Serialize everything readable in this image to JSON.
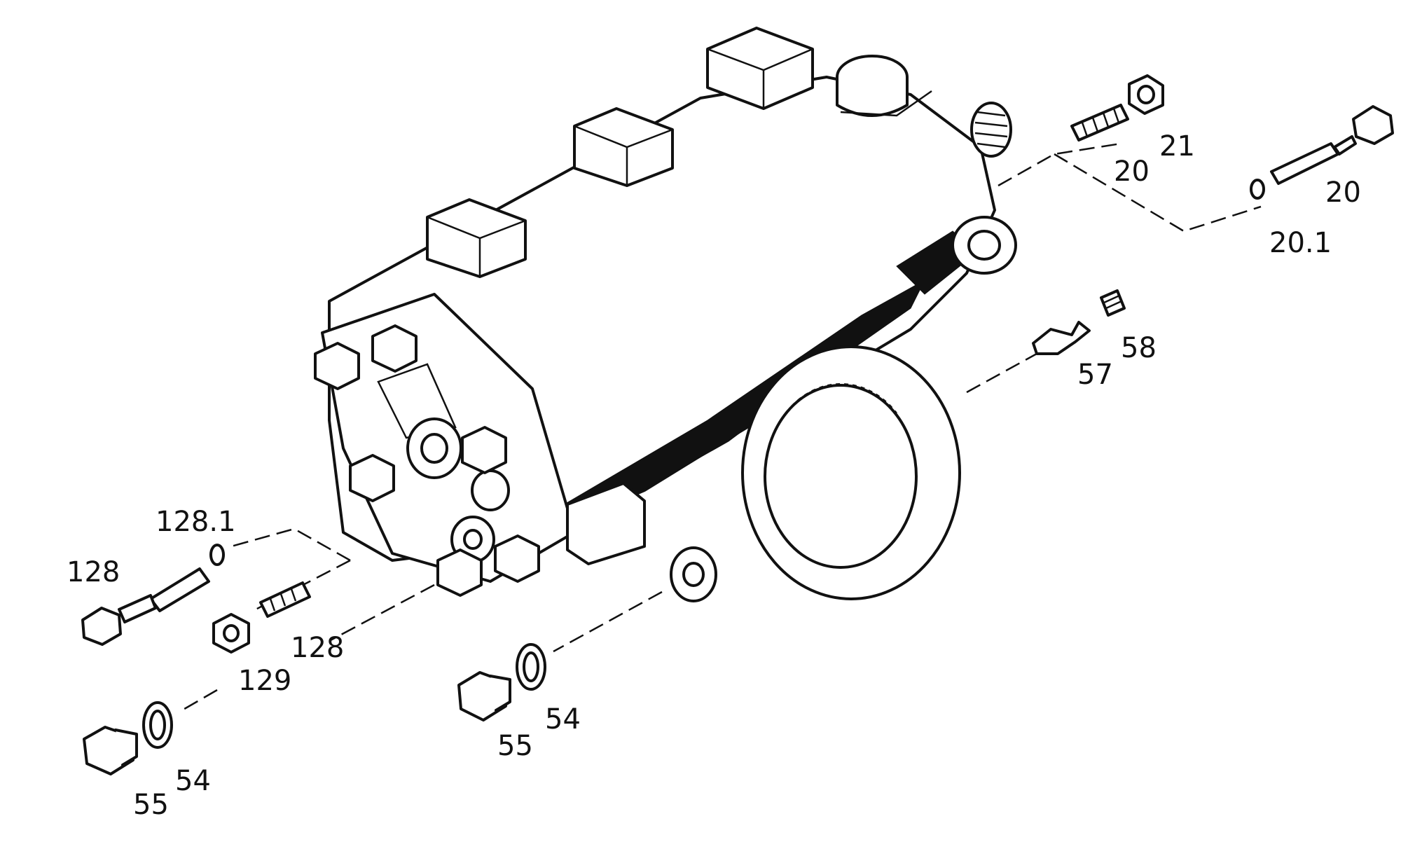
{
  "callouts": {
    "c21": "21",
    "c20_stud": "20",
    "c20_bolt": "20",
    "c20_1": "20.1",
    "c58": "58",
    "c57": "57",
    "c128_1": "128.1",
    "c128_bolt": "128",
    "c128_stud": "128",
    "c129": "129",
    "c54_left": "54",
    "c55_left": "55",
    "c54_mid": "54",
    "c55_mid": "55"
  }
}
